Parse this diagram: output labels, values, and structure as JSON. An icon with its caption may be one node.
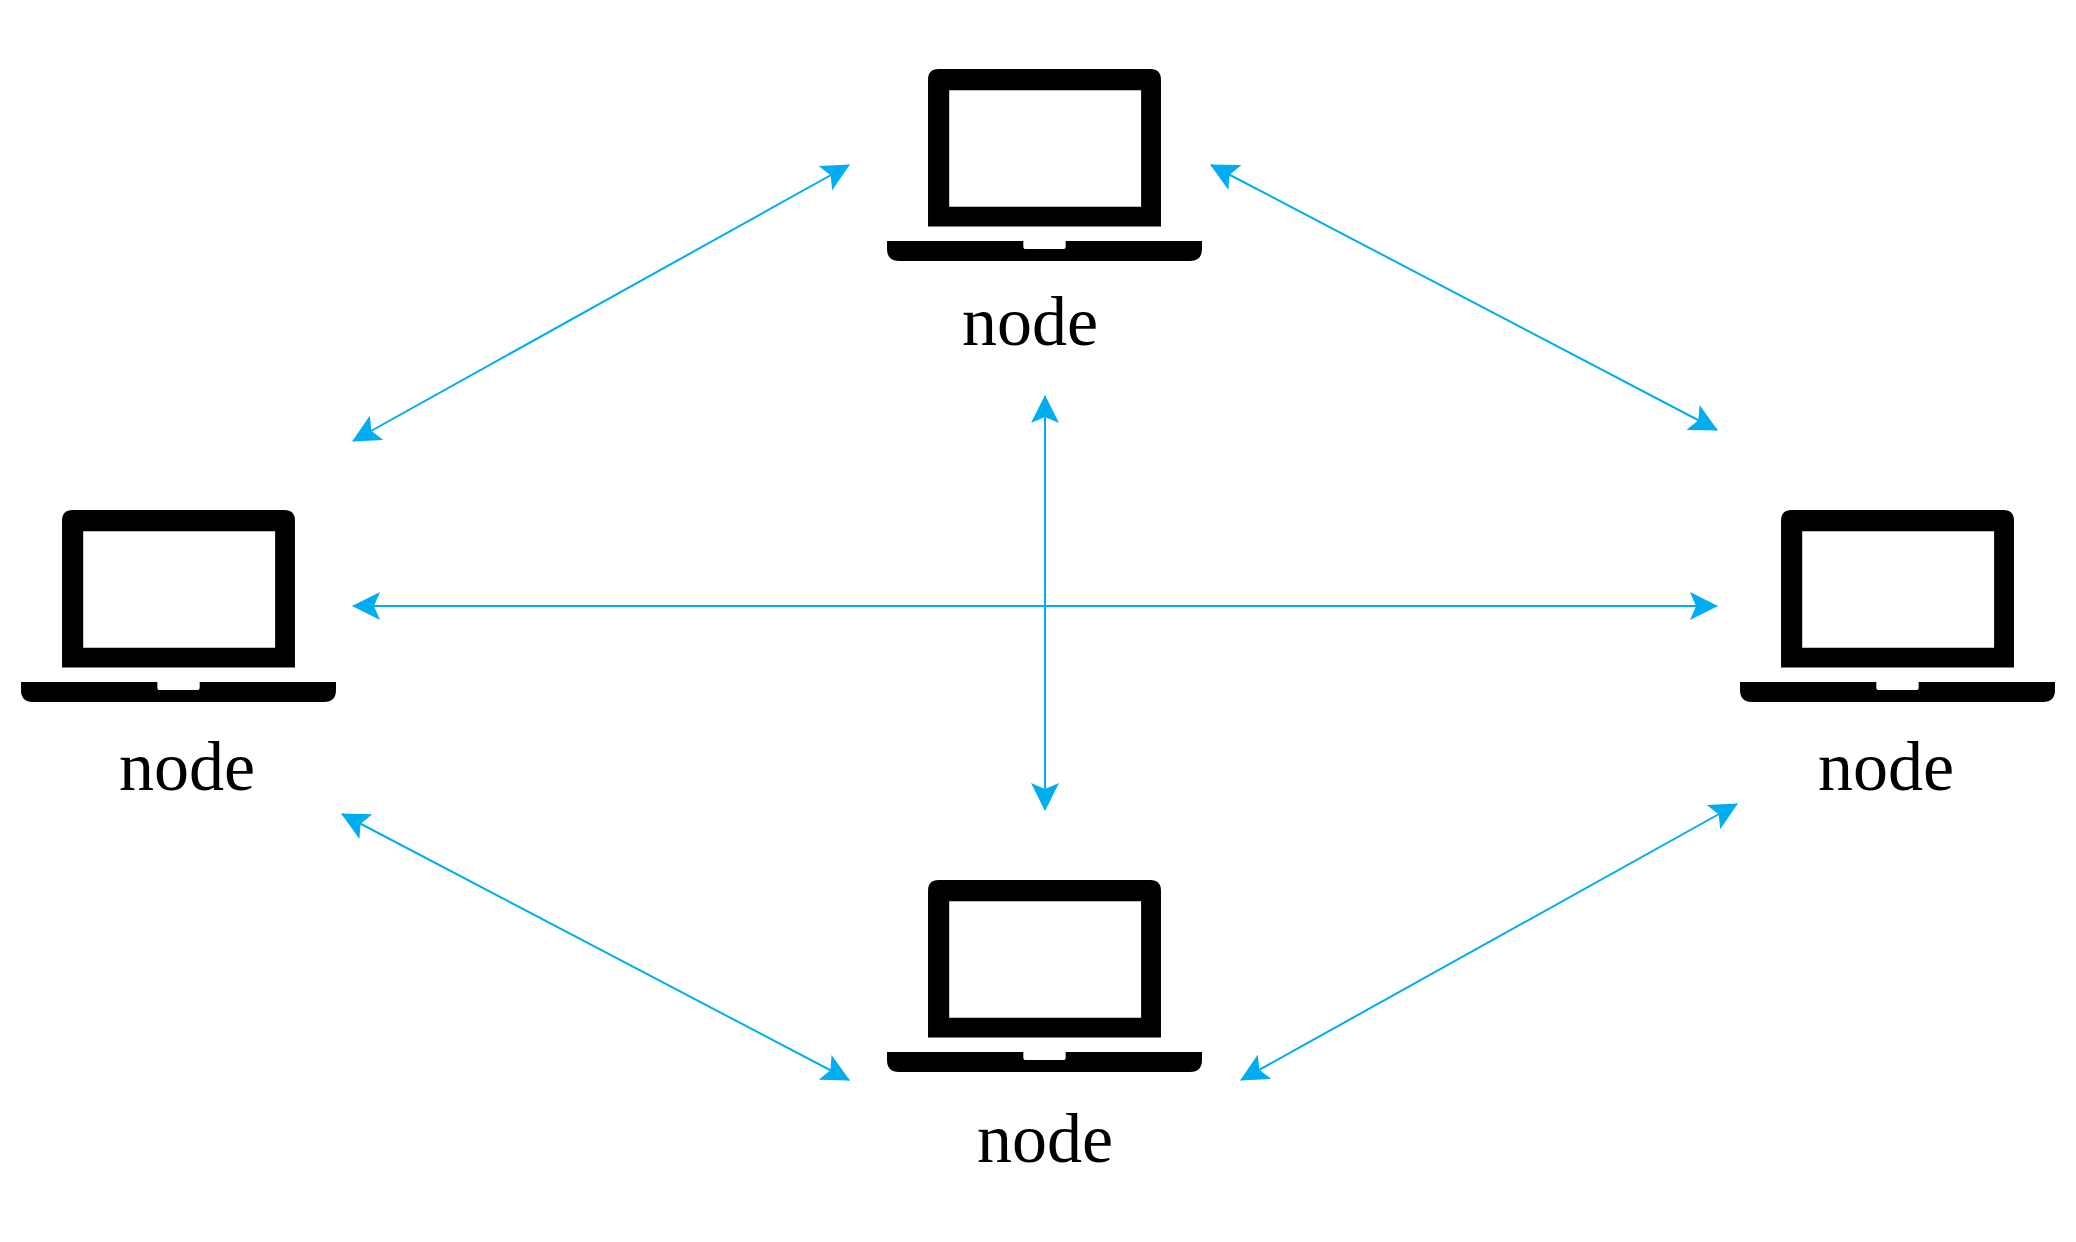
{
  "diagram": {
    "nodes": [
      {
        "text": [
          "node"
        ]
      },
      {
        "text": [
          "node"
        ]
      },
      {
        "text": [
          "node"
        ]
      },
      {
        "text": [
          "node"
        ]
      }
    ],
    "edges": [
      {
        "from": 0,
        "to": 1,
        "arrow": "both"
      },
      {
        "from": 0,
        "to": 2,
        "arrow": "both"
      },
      {
        "from": 0,
        "to": 3,
        "arrow": "both"
      },
      {
        "from": 1,
        "to": 2,
        "arrow": "both"
      },
      {
        "from": 1,
        "to": 3,
        "arrow": "both"
      },
      {
        "from": 2,
        "to": 3,
        "arrow": "both"
      }
    ]
  }
}
